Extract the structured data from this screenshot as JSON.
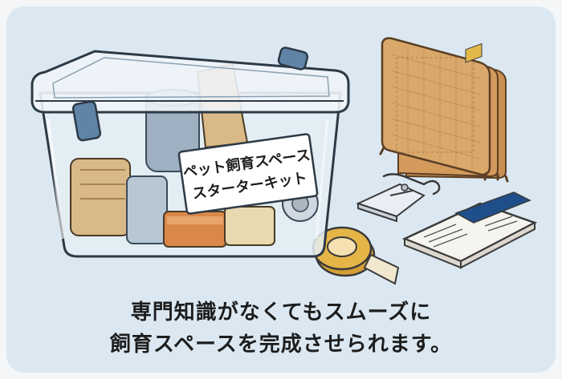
{
  "box_label": {
    "line1": "ペット飼育スペース",
    "line2": "スターターキット"
  },
  "caption": {
    "line1": "専門知識がなくてもスムーズに",
    "line2": "飼育スペースを完成させられます。"
  },
  "colors": {
    "background": "#dbe8f2",
    "box_latch": "#5f84a8",
    "pen_panel": "#d9a86a",
    "tape": "#e5b548",
    "text": "#1d1d1d"
  },
  "icons": [
    "storage-box-icon",
    "folding-pen-icon",
    "water-bottle-icon",
    "tape-roll-icon",
    "manual-booklet-icon"
  ]
}
